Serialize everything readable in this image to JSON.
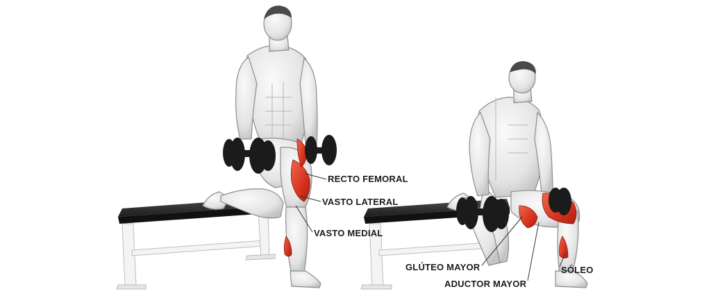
{
  "labels": {
    "recto_femoral": "RECTO FEMORAL",
    "vasto_lateral": "VASTO LATERAL",
    "vasto_medial": "VASTO MEDIAL",
    "gluteo_mayor": "GLÚTEO MAYOR",
    "soleo": "SÓLEO",
    "aductor_mayor": "ADUCTOR MAYOR"
  },
  "colors": {
    "skin": "#e9e9e9",
    "skin_shade": "#c9c9c9",
    "outline": "#8d8d8d",
    "muscle_highlight": "#d8321e",
    "dumbbell": "#1b1b1b",
    "bench_pad": "#2a2a2a",
    "bench_frame": "#f2f2f2",
    "label_text": "#1a1a1a",
    "leader_line": "#333333"
  }
}
